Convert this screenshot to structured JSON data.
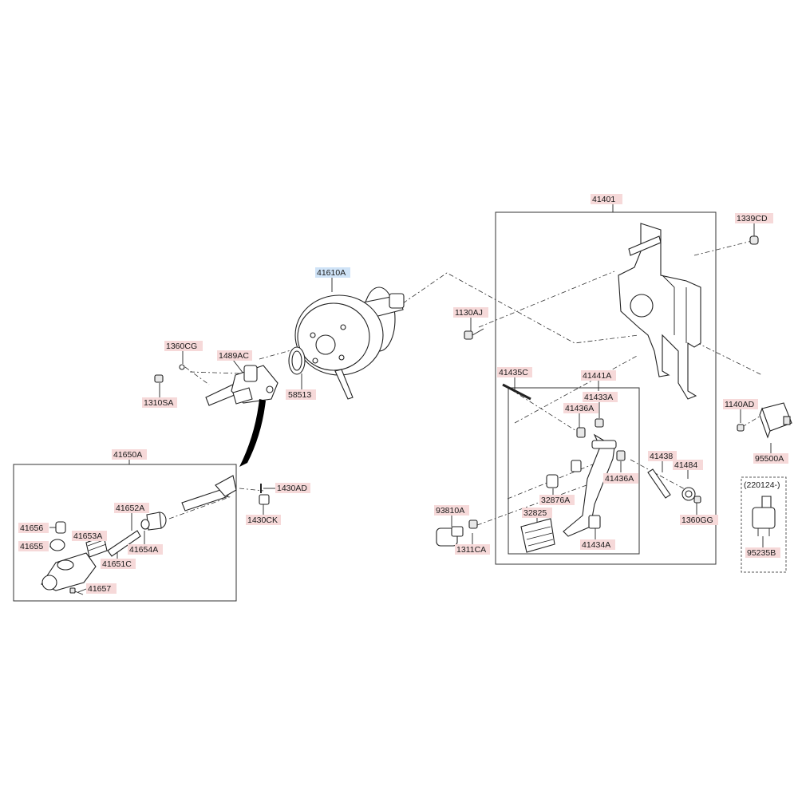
{
  "diagram": {
    "labels": [
      {
        "id": "p41401",
        "text": "41401"
      },
      {
        "id": "p1339CD",
        "text": "1339CD"
      },
      {
        "id": "p41610A",
        "text": "41610A",
        "highlight": true
      },
      {
        "id": "p1130AJ",
        "text": "1130AJ"
      },
      {
        "id": "p1360CG",
        "text": "1360CG"
      },
      {
        "id": "p1489AC",
        "text": "1489AC"
      },
      {
        "id": "p58513",
        "text": "58513"
      },
      {
        "id": "p1310SA",
        "text": "1310SA"
      },
      {
        "id": "p41435C",
        "text": "41435C"
      },
      {
        "id": "p41441A",
        "text": "41441A"
      },
      {
        "id": "p41433A",
        "text": "41433A"
      },
      {
        "id": "p41436A_1",
        "text": "41436A"
      },
      {
        "id": "p1140AD",
        "text": "1140AD"
      },
      {
        "id": "p95500A",
        "text": "95500A"
      },
      {
        "id": "p41650A",
        "text": "41650A"
      },
      {
        "id": "p41438",
        "text": "41438"
      },
      {
        "id": "p41484",
        "text": "41484"
      },
      {
        "id": "p41436A_2",
        "text": "41436A"
      },
      {
        "id": "p1430AD",
        "text": "1430AD"
      },
      {
        "id": "p41652A",
        "text": "41652A"
      },
      {
        "id": "p1430CK",
        "text": "1430CK"
      },
      {
        "id": "p93810A",
        "text": "93810A"
      },
      {
        "id": "p32876A",
        "text": "32876A"
      },
      {
        "id": "p32825",
        "text": "32825"
      },
      {
        "id": "p1360GG",
        "text": "1360GG"
      },
      {
        "id": "p41656",
        "text": "41656"
      },
      {
        "id": "p41653A",
        "text": "41653A"
      },
      {
        "id": "p41655",
        "text": "41655"
      },
      {
        "id": "p41654A",
        "text": "41654A"
      },
      {
        "id": "p41651C",
        "text": "41651C"
      },
      {
        "id": "p1311CA",
        "text": "1311CA"
      },
      {
        "id": "p41434A",
        "text": "41434A"
      },
      {
        "id": "p95235B",
        "text": "95235B"
      },
      {
        "id": "p41657",
        "text": "41657"
      }
    ],
    "note": "(220124-)",
    "colors": {
      "label_bg": "#f6d9d9",
      "label_highlight_bg": "#cfe3f7",
      "line": "#222222"
    }
  }
}
